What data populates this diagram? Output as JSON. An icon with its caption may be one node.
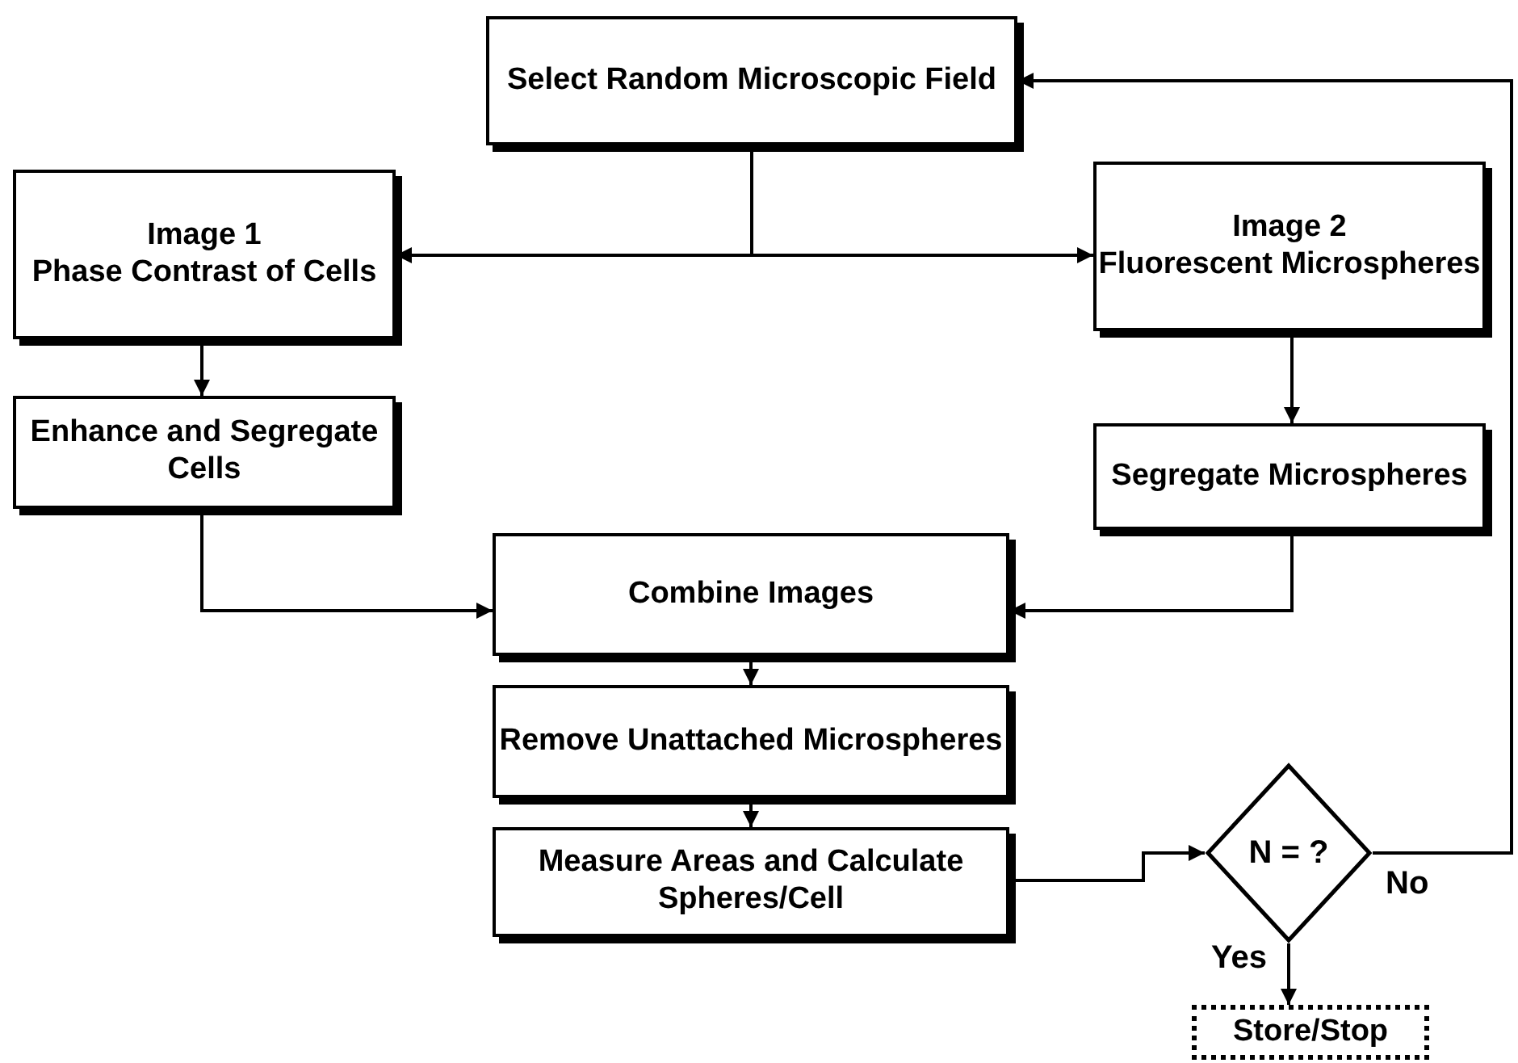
{
  "diagram": {
    "nodes": [
      {
        "text": [
          "Select Random Microscopic Field"
        ]
      },
      {
        "text": [
          "Image 1",
          "Phase Contrast of Cells"
        ]
      },
      {
        "text": [
          "Image 2",
          "Fluorescent Microspheres"
        ]
      },
      {
        "text": [
          "Enhance and Segregate Cells"
        ]
      },
      {
        "text": [
          "Segregate Microspheres"
        ]
      },
      {
        "text": [
          "Combine Images"
        ]
      },
      {
        "text": [
          "Remove Unattached Microspheres"
        ]
      },
      {
        "text": [
          "Measure Areas and Calculate Spheres/Cell"
        ]
      },
      {
        "text": [
          "N = ?"
        ]
      },
      {
        "text": [
          "Store/Stop"
        ]
      }
    ],
    "edges": [
      {
        "from": 0,
        "to": 1,
        "arrow": "to"
      },
      {
        "from": 0,
        "to": 2,
        "arrow": "to"
      },
      {
        "from": 1,
        "to": 3,
        "arrow": "to"
      },
      {
        "from": 2,
        "to": 4,
        "arrow": "to"
      },
      {
        "from": 3,
        "to": 5,
        "arrow": "to"
      },
      {
        "from": 4,
        "to": 5,
        "arrow": "to"
      },
      {
        "from": 5,
        "to": 6,
        "arrow": "to"
      },
      {
        "from": 6,
        "to": 7,
        "arrow": "to"
      },
      {
        "from": 7,
        "to": 8,
        "arrow": "to"
      },
      {
        "from": 8,
        "to": 0,
        "arrow": "to",
        "label": "No"
      },
      {
        "from": 8,
        "to": 9,
        "arrow": "to",
        "label": "Yes"
      }
    ]
  }
}
